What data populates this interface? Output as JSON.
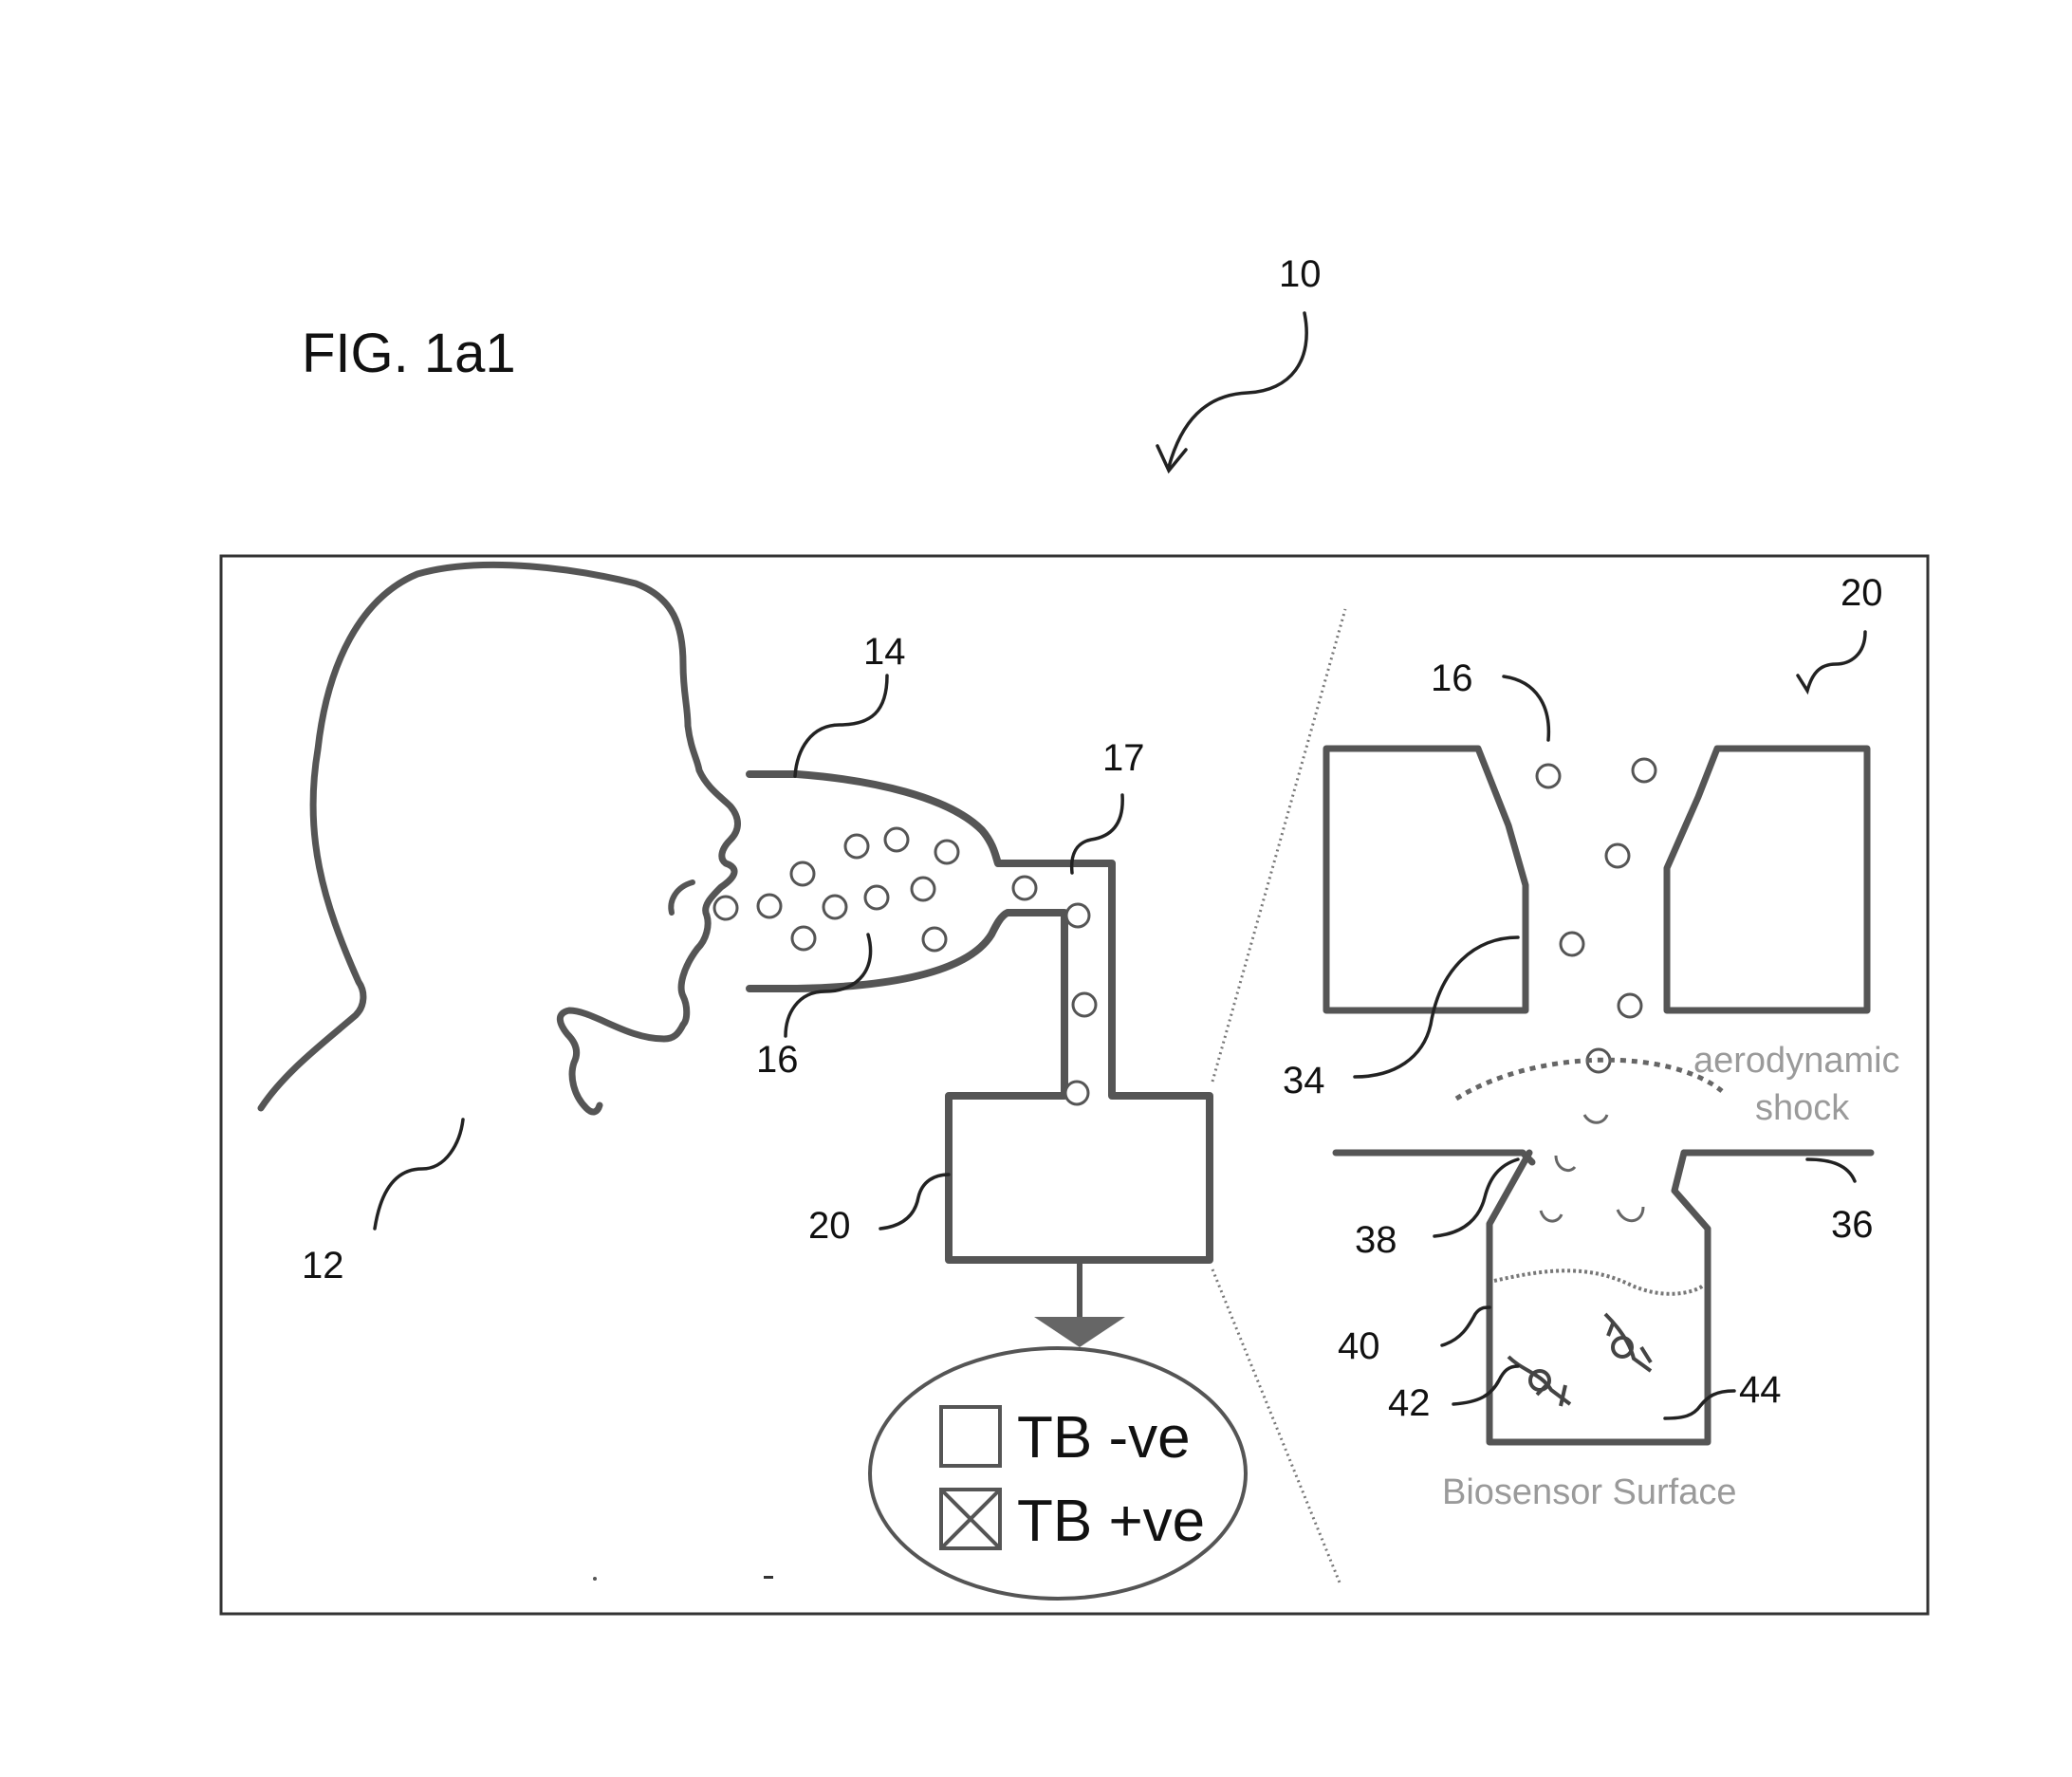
{
  "figure_label": "FIG. 1a1",
  "labels": {
    "system": "10",
    "person": "12",
    "mask": "14",
    "aerosol_left": "16",
    "tube": "17",
    "sensor_left": "20",
    "sensor_right": "20",
    "aerosol_right": "16",
    "nozzle": "34",
    "plate": "36",
    "edge": "38",
    "well": "40",
    "probe": "42",
    "liquid": "44"
  },
  "annotations": {
    "shock_line1": "aerodynamic",
    "shock_line2": "shock",
    "surface": "Biosensor Surface"
  },
  "legend": {
    "negative": "TB -ve",
    "positive": "TB +ve"
  },
  "colors": {
    "line": "#555555",
    "text": "#111111",
    "annotation_text": "#9a9a9a",
    "background": "#ffffff"
  }
}
